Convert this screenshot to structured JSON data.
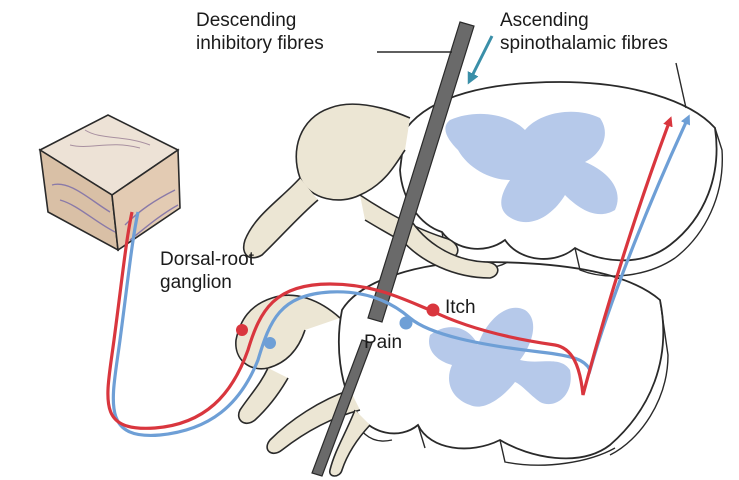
{
  "labels": {
    "descending": [
      "Descending",
      "inhibitory fibres"
    ],
    "ascending": [
      "Ascending",
      "spinothalamic fibres"
    ],
    "dorsal_root": [
      "Dorsal-root",
      "ganglion"
    ],
    "itch": "Itch",
    "pain": "Pain"
  },
  "colors": {
    "itch_pathway": "#d9363e",
    "pain_pathway": "#6e9fd6",
    "grey_matter": "#a9bfe6",
    "nerve_tissue": "#ece6d4",
    "outline": "#2a2a2a",
    "descending_fibre": "#6a6a6a",
    "ascending_arrow_accent": "#3a8fa8",
    "skin": "#e8d6c4"
  }
}
